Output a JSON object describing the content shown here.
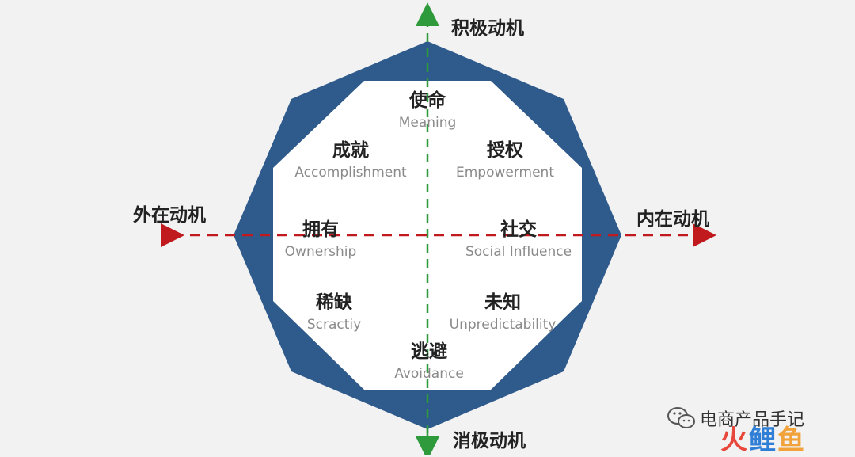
{
  "axes": {
    "top": "积极动机",
    "bottom": "消极动机",
    "left": "外在动机",
    "right": "内在动机"
  },
  "drives": [
    {
      "cn": "使命",
      "en": "Meaning"
    },
    {
      "cn": "成就",
      "en": "Accomplishment"
    },
    {
      "cn": "授权",
      "en": "Empowerment"
    },
    {
      "cn": "拥有",
      "en": "Ownership"
    },
    {
      "cn": "社交",
      "en": "Social Influence"
    },
    {
      "cn": "稀缺",
      "en": "Scractiy"
    },
    {
      "cn": "未知",
      "en": "Unpredictability"
    },
    {
      "cn": "逃避",
      "en": "Avoidance"
    }
  ],
  "watermark": {
    "account": "电商产品手记",
    "logo": [
      "火",
      "鲤",
      "鱼"
    ],
    "logo_colors": [
      "#e8483b",
      "#2f7fd6",
      "#f2a23a"
    ]
  },
  "colors": {
    "octagon_outer": "#2f5a8c",
    "octagon_inner": "#ffffff",
    "vertical_axis": "#2e9a3c",
    "horizontal_axis": "#c0191e"
  },
  "icons": {
    "wechat": "wechat-icon"
  }
}
